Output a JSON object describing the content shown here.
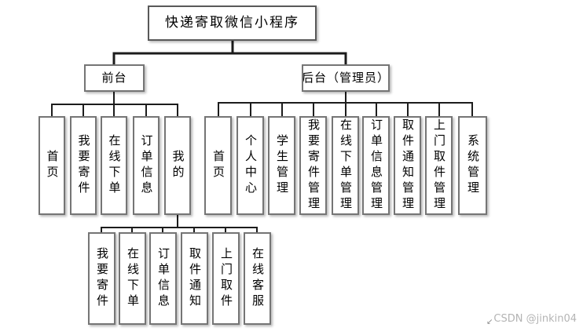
{
  "diagram": {
    "root": {
      "label": "快递寄取微信小程序"
    },
    "branches": [
      {
        "label": "前台",
        "children": [
          {
            "label": "首页"
          },
          {
            "label": "我要寄件"
          },
          {
            "label": "在线下单"
          },
          {
            "label": "订单信息"
          },
          {
            "label": "我的"
          }
        ]
      },
      {
        "label": "后台（管理员）",
        "children": [
          {
            "label": "首页"
          },
          {
            "label": "个人中心"
          },
          {
            "label": "学生管理"
          },
          {
            "label": "我要寄件管理"
          },
          {
            "label": "在线下单管理"
          },
          {
            "label": "订单信息管理"
          },
          {
            "label": "取件通知管理"
          },
          {
            "label": "上门取件管理"
          },
          {
            "label": "系统管理"
          }
        ]
      }
    ],
    "my_children": [
      {
        "label": "我要寄件"
      },
      {
        "label": "在线下单"
      },
      {
        "label": "订单信息"
      },
      {
        "label": "取件通知"
      },
      {
        "label": "上门取件"
      },
      {
        "label": "在线客服"
      }
    ]
  },
  "watermark": {
    "text": "CSDN @jinkin04",
    "cursor_glyph": "↙"
  },
  "colors": {
    "background": "#ffffff",
    "box_border": "#757575",
    "connector": "#1c1c1c",
    "text": "#000000",
    "watermark_text": "#b4b4b4"
  }
}
